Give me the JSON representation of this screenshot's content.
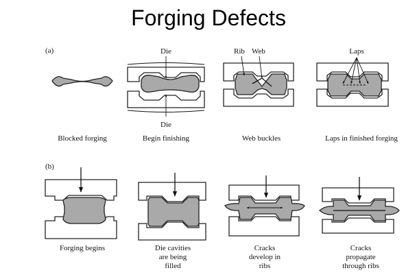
{
  "title": "Forging Defects",
  "row_a": {
    "marker": "(a)",
    "callouts": {
      "die_top": "Die",
      "die_bottom": "Die",
      "rib": "Rib",
      "web": "Web",
      "laps": "Laps"
    },
    "captions": [
      "Blocked forging",
      "Begin finishing",
      "Web buckles",
      "Laps in finished forging"
    ]
  },
  "row_b": {
    "marker": "(b)",
    "captions": [
      [
        "Forging begins"
      ],
      [
        "Die cavities",
        "are being",
        "filled"
      ],
      [
        "Cracks",
        "develop in",
        "ribs"
      ],
      [
        "Cracks",
        "propagate",
        "through ribs"
      ]
    ]
  },
  "colors": {
    "part_fill": "#a9a9a9",
    "outline": "#222222",
    "background": "#ffffff"
  }
}
